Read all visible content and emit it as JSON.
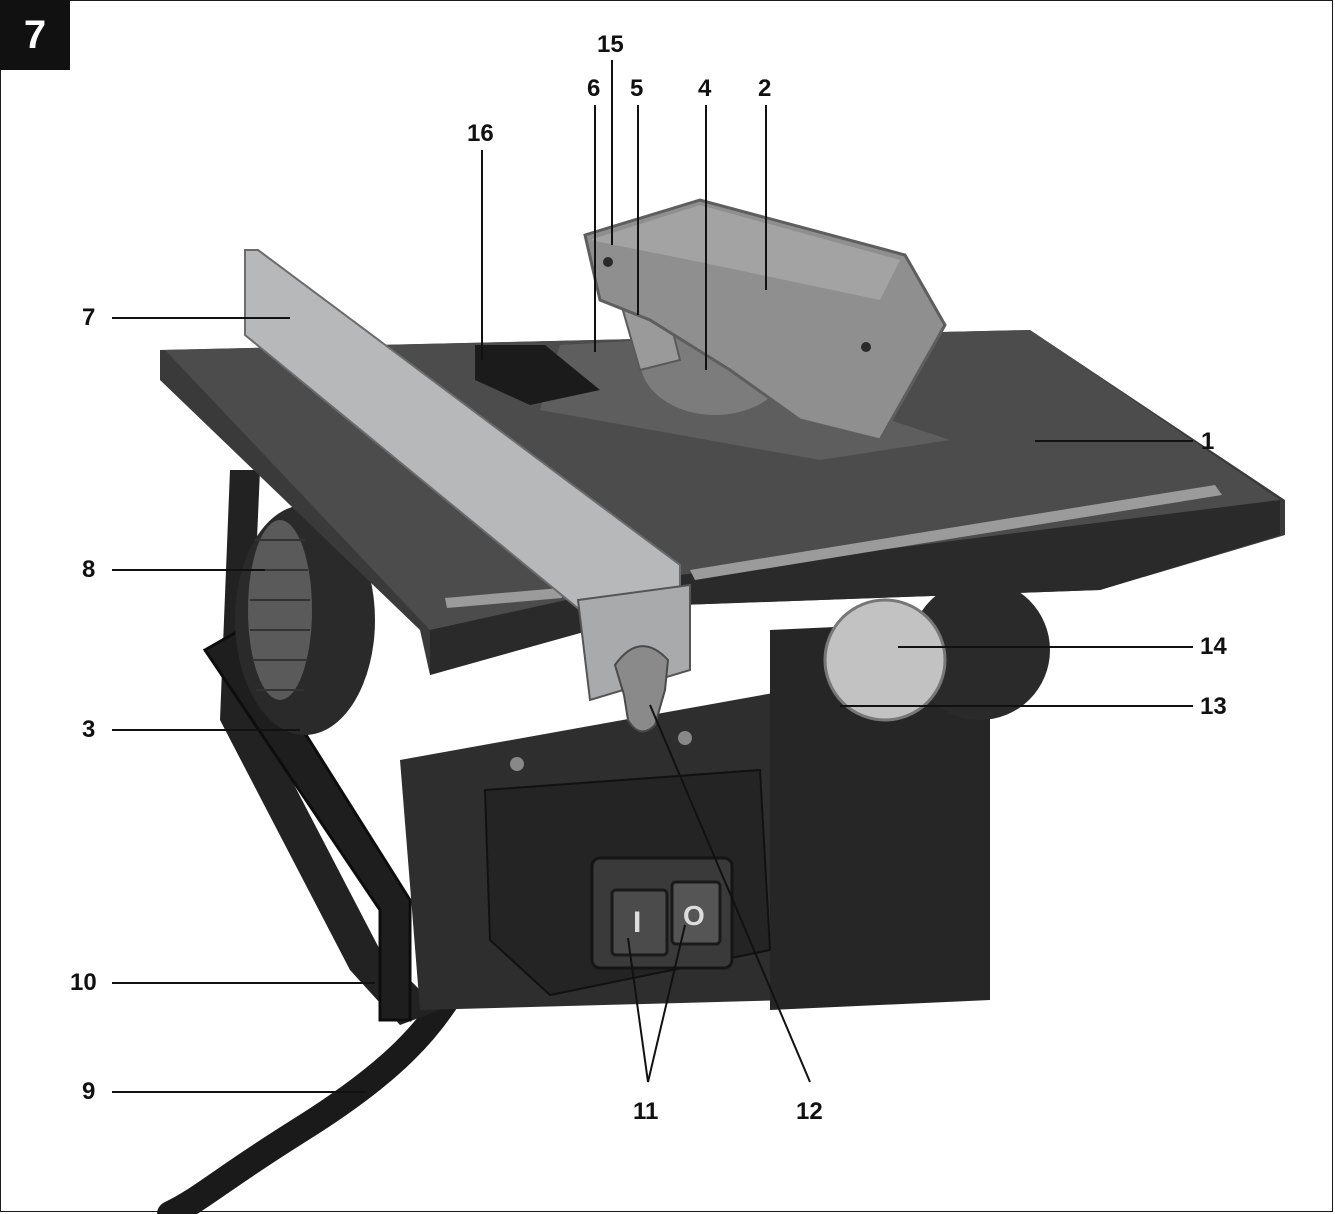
{
  "figure": {
    "number": "7"
  },
  "callouts": [
    {
      "id": "1",
      "text": "1"
    },
    {
      "id": "2",
      "text": "2"
    },
    {
      "id": "3",
      "text": "3"
    },
    {
      "id": "4",
      "text": "4"
    },
    {
      "id": "5",
      "text": "5"
    },
    {
      "id": "6",
      "text": "6"
    },
    {
      "id": "7",
      "text": "7"
    },
    {
      "id": "8",
      "text": "8"
    },
    {
      "id": "9",
      "text": "9"
    },
    {
      "id": "10",
      "text": "10"
    },
    {
      "id": "11",
      "text": "11"
    },
    {
      "id": "12",
      "text": "12"
    },
    {
      "id": "13",
      "text": "13"
    },
    {
      "id": "14",
      "text": "14"
    },
    {
      "id": "15",
      "text": "15"
    },
    {
      "id": "16",
      "text": "16"
    }
  ],
  "switch": {
    "on_symbol": "I",
    "off_symbol": "O"
  },
  "colors": {
    "ink": "#111111",
    "machine_dark": "#2b2b2b",
    "machine_mid": "#4a4a4a",
    "metal": "#b9bbbd",
    "guard": "#8f8f8f"
  }
}
